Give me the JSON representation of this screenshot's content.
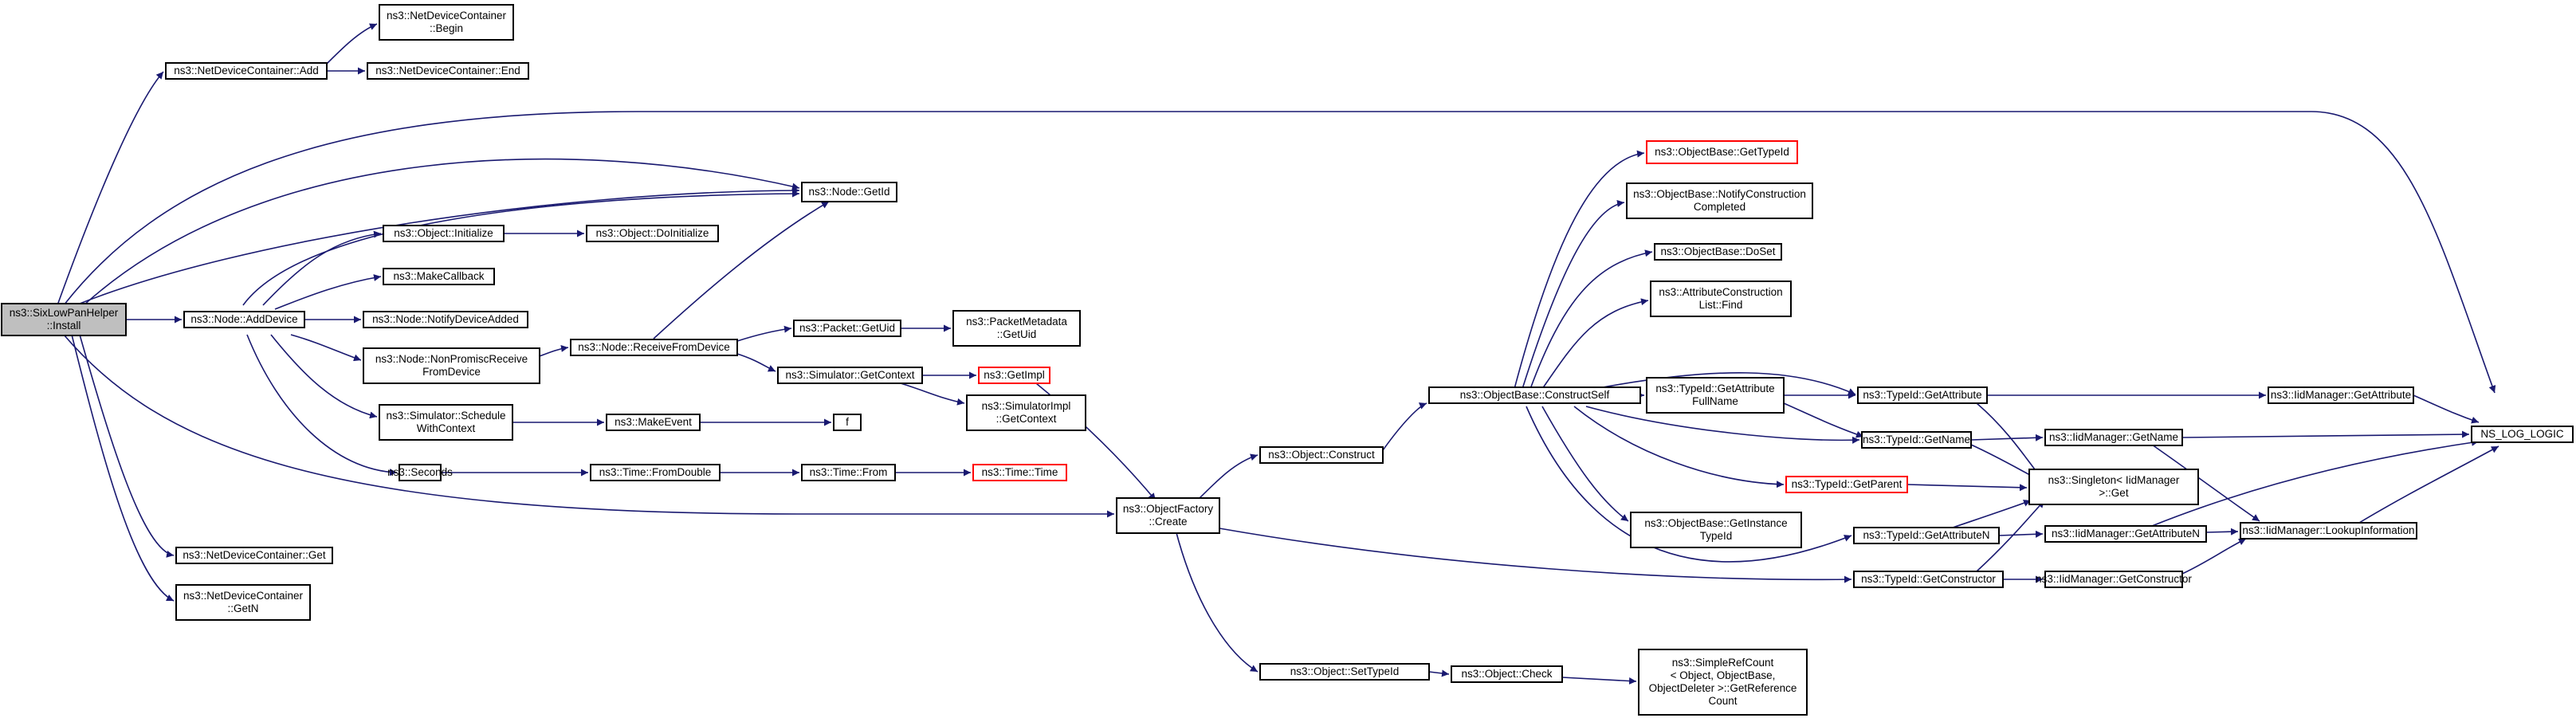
{
  "nodes": {
    "root": {
      "lines": [
        "ns3::SixLowPanHelper",
        "::Install"
      ]
    },
    "ndc_add": {
      "lines": [
        "ns3::NetDeviceContainer::Add"
      ]
    },
    "ndc_begin": {
      "lines": [
        "ns3::NetDeviceContainer",
        "::Begin"
      ]
    },
    "ndc_end": {
      "lines": [
        "ns3::NetDeviceContainer::End"
      ]
    },
    "node_getid": {
      "lines": [
        "ns3::Node::GetId"
      ]
    },
    "node_adddevice": {
      "lines": [
        "ns3::Node::AddDevice"
      ]
    },
    "obj_initialize": {
      "lines": [
        "ns3::Object::Initialize"
      ]
    },
    "obj_doinitialize": {
      "lines": [
        "ns3::Object::DoInitialize"
      ]
    },
    "makecallback": {
      "lines": [
        "ns3::MakeCallback"
      ]
    },
    "notifydeviceadded": {
      "lines": [
        "ns3::Node::NotifyDeviceAdded"
      ]
    },
    "nonpromisc": {
      "lines": [
        "ns3::Node::NonPromiscReceive",
        "FromDevice"
      ]
    },
    "receivefromdevice": {
      "lines": [
        "ns3::Node::ReceiveFromDevice"
      ]
    },
    "packet_getuid": {
      "lines": [
        "ns3::Packet::GetUid"
      ]
    },
    "packetmeta_getuid": {
      "lines": [
        "ns3::PacketMetadata",
        "::GetUid"
      ]
    },
    "sim_getcontext": {
      "lines": [
        "ns3::Simulator::GetContext"
      ]
    },
    "getimpl": {
      "lines": [
        "ns3::GetImpl"
      ]
    },
    "simimpl_getcontext": {
      "lines": [
        "ns3::SimulatorImpl",
        "::GetContext"
      ]
    },
    "sim_schedule": {
      "lines": [
        "ns3::Simulator::Schedule",
        "WithContext"
      ]
    },
    "makeevent": {
      "lines": [
        "ns3::MakeEvent"
      ]
    },
    "f": {
      "lines": [
        "f"
      ]
    },
    "seconds": {
      "lines": [
        "ns3::Seconds"
      ]
    },
    "time_fromdouble": {
      "lines": [
        "ns3::Time::FromDouble"
      ]
    },
    "time_from": {
      "lines": [
        "ns3::Time::From"
      ]
    },
    "time_time": {
      "lines": [
        "ns3::Time::Time"
      ]
    },
    "objfactory_create": {
      "lines": [
        "ns3::ObjectFactory",
        "::Create"
      ]
    },
    "obj_construct": {
      "lines": [
        "ns3::Object::Construct"
      ]
    },
    "obj_settypeid": {
      "lines": [
        "ns3::Object::SetTypeId"
      ]
    },
    "obj_check": {
      "lines": [
        "ns3::Object::Check"
      ]
    },
    "simplerefcount": {
      "lines": [
        "ns3::SimpleRefCount",
        "< Object, ObjectBase,",
        "ObjectDeleter >::GetReference",
        "Count"
      ]
    },
    "ndc_get": {
      "lines": [
        "ns3::NetDeviceContainer::Get"
      ]
    },
    "ndc_getn": {
      "lines": [
        "ns3::NetDeviceContainer",
        "::GetN"
      ]
    },
    "ob_constructself": {
      "lines": [
        "ns3::ObjectBase::ConstructSelf"
      ]
    },
    "ob_gettypeid": {
      "lines": [
        "ns3::ObjectBase::GetTypeId"
      ]
    },
    "ob_notifyconstruction": {
      "lines": [
        "ns3::ObjectBase::NotifyConstruction",
        "Completed"
      ]
    },
    "ob_doset": {
      "lines": [
        "ns3::ObjectBase::DoSet"
      ]
    },
    "attrconstruction_find": {
      "lines": [
        "ns3::AttributeConstruction",
        "List::Find"
      ]
    },
    "ob_getinstancetypeid": {
      "lines": [
        "ns3::ObjectBase::GetInstance",
        "TypeId"
      ]
    },
    "tid_getattributefullname": {
      "lines": [
        "ns3::TypeId::GetAttribute",
        "FullName"
      ]
    },
    "tid_getattribute": {
      "lines": [
        "ns3::TypeId::GetAttribute"
      ]
    },
    "tid_getname": {
      "lines": [
        "ns3::TypeId::GetName"
      ]
    },
    "tid_getparent": {
      "lines": [
        "ns3::TypeId::GetParent"
      ]
    },
    "singleton_get": {
      "lines": [
        "ns3::Singleton< IidManager",
        ">::Get"
      ]
    },
    "tid_getattributen": {
      "lines": [
        "ns3::TypeId::GetAttributeN"
      ]
    },
    "tid_getconstructor": {
      "lines": [
        "ns3::TypeId::GetConstructor"
      ]
    },
    "iid_getattribute": {
      "lines": [
        "ns3::IidManager::GetAttribute"
      ]
    },
    "iid_getname": {
      "lines": [
        "ns3::IidManager::GetName"
      ]
    },
    "iid_getattributen": {
      "lines": [
        "ns3::IidManager::GetAttributeN"
      ]
    },
    "iid_getconstructor": {
      "lines": [
        "ns3::IidManager::GetConstructor"
      ]
    },
    "iid_lookupinformation": {
      "lines": [
        "ns3::IidManager::LookupInformation"
      ]
    },
    "ns_log_logic": {
      "lines": [
        "NS_LOG_LOGIC"
      ]
    }
  },
  "colors": {
    "edge": "#191970",
    "root_fill": "#bfbfbf",
    "highlight_border": "#ff0000"
  }
}
